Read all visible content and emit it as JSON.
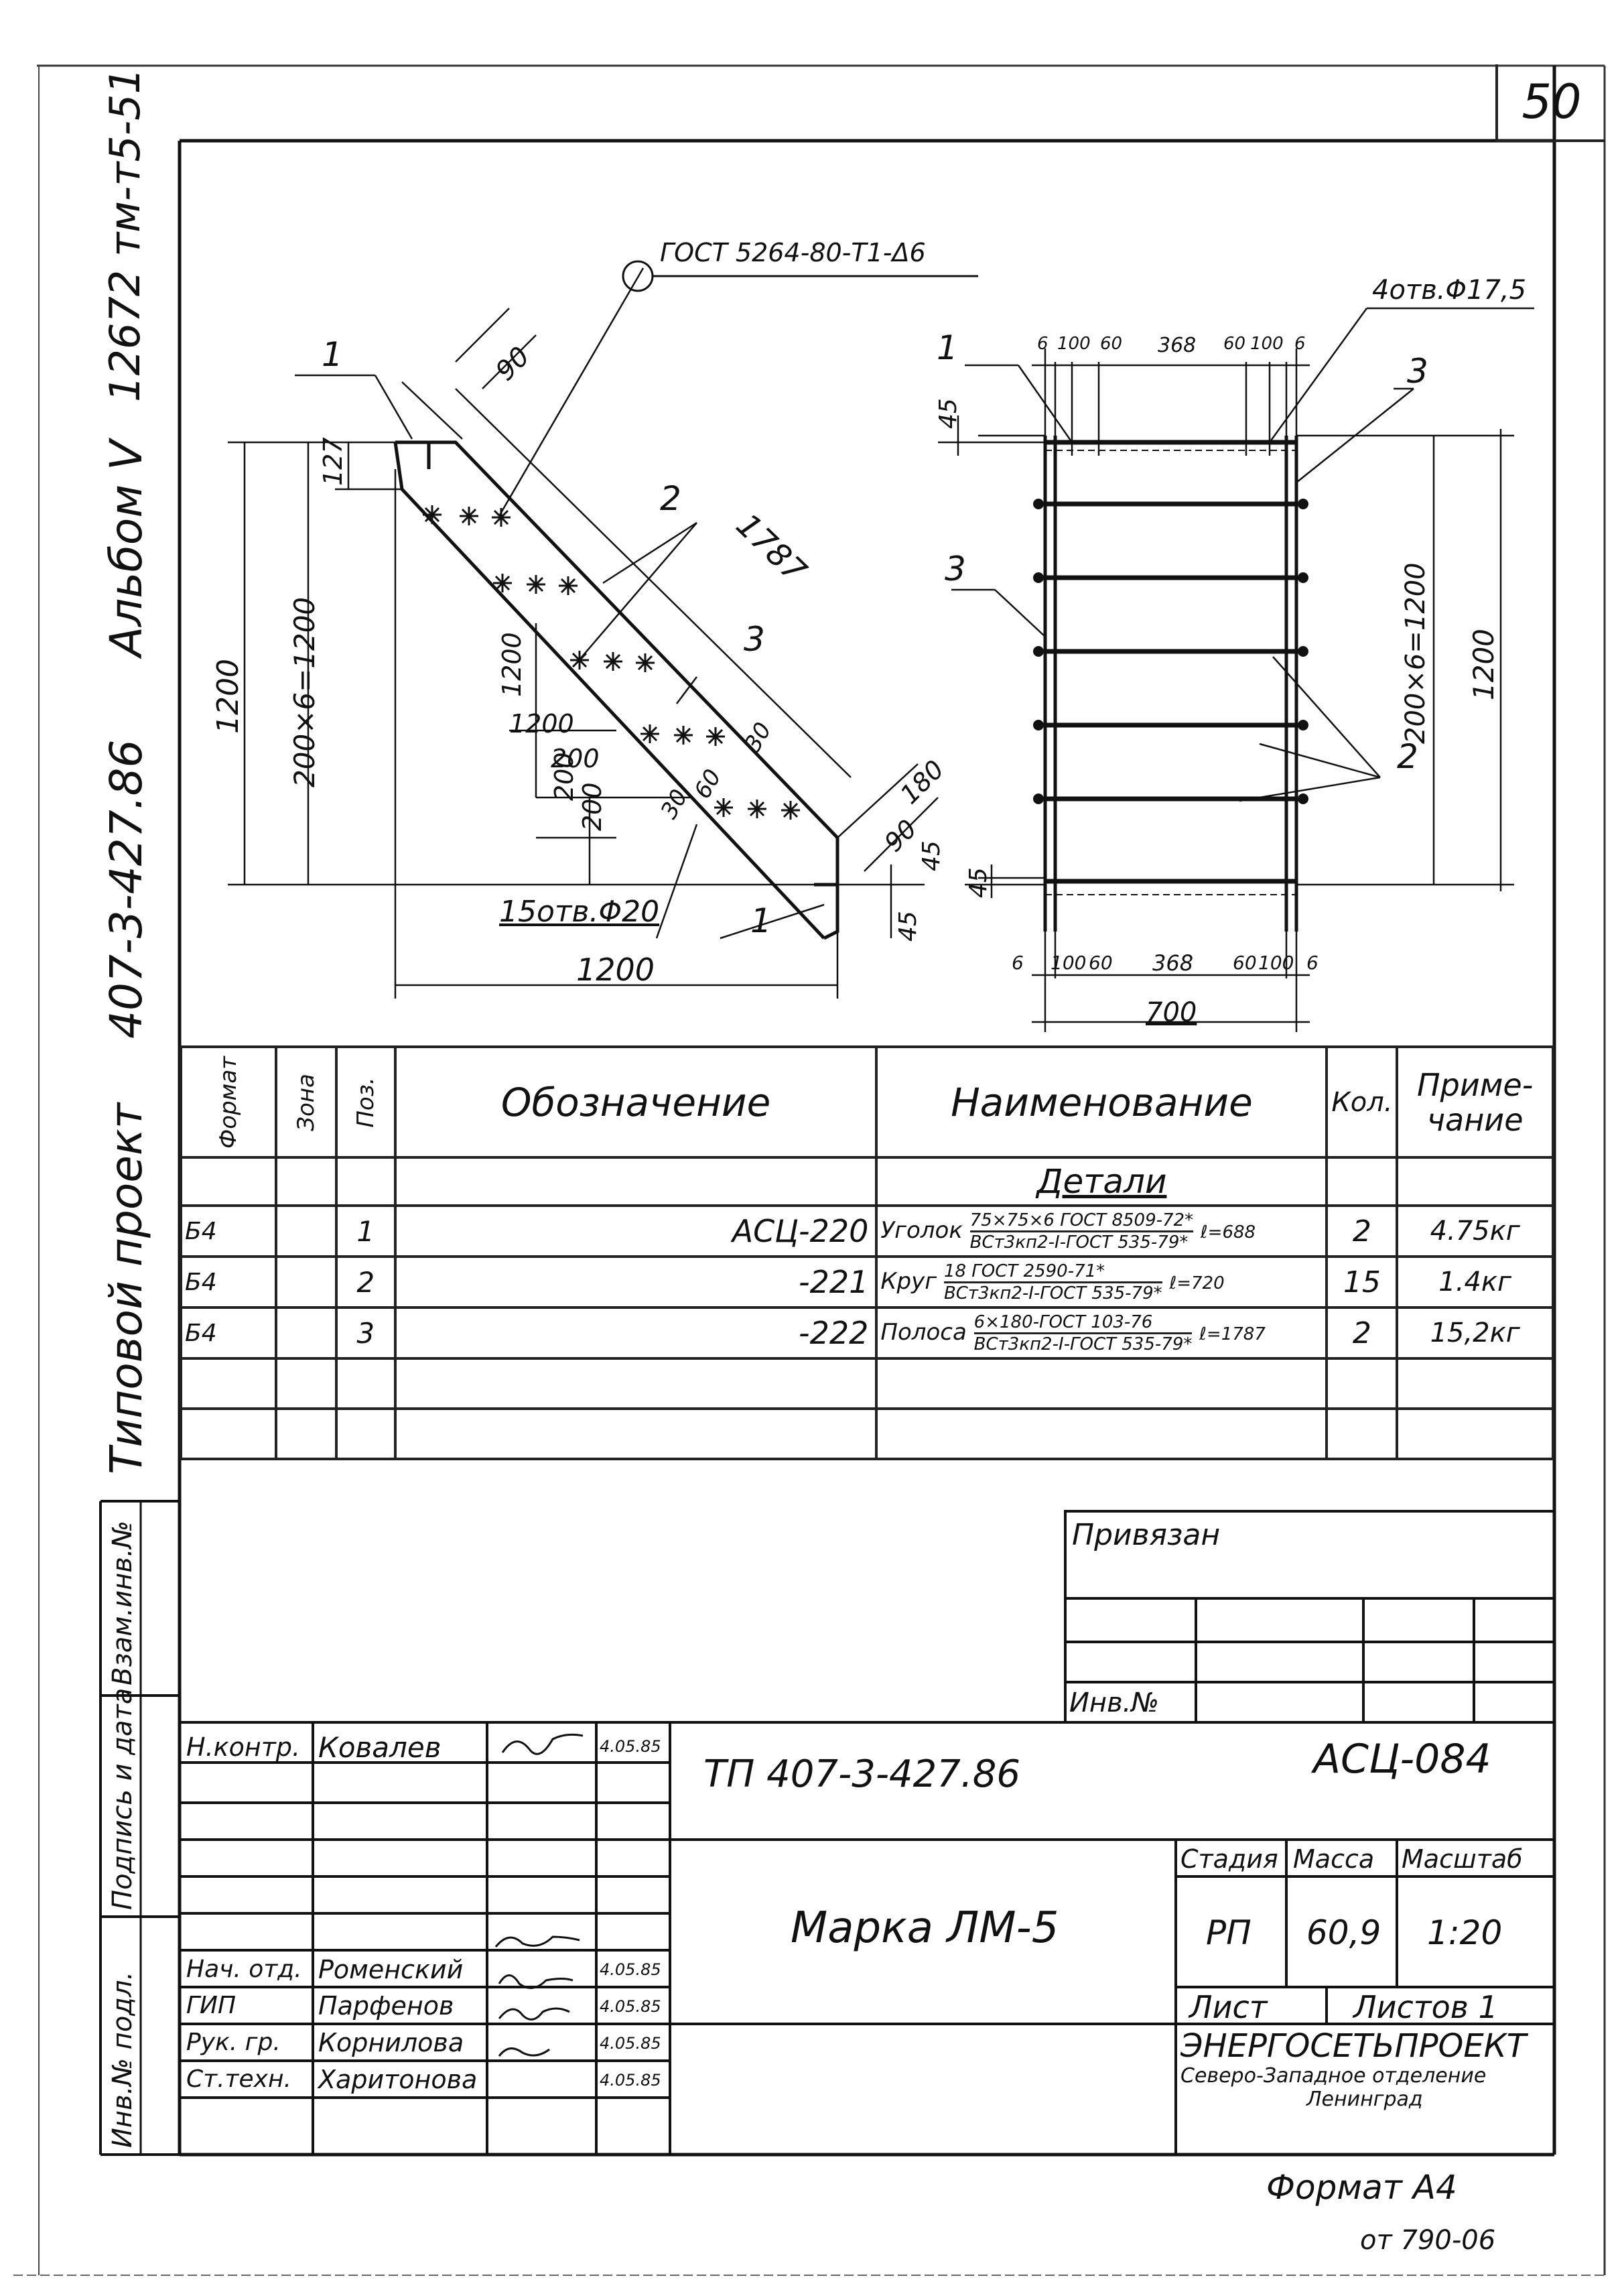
{
  "sheet_number": "50",
  "side_title": {
    "project_type": "Типовой проект",
    "project_code": "407-3-427.86",
    "album": "Альбом V",
    "inventory": "12672 тм-т5-51"
  },
  "left_stub": {
    "vzam_inv": "Взам.инв.№",
    "sign_date": "Подпись и дата",
    "inv_podl": "Инв.№ подл."
  },
  "drawing": {
    "left_view": {
      "weld_ref": "ГОСТ 5264-80-Т1-Δ6",
      "callouts": [
        "1",
        "2",
        "3",
        "1"
      ],
      "dims": [
        "90",
        "127",
        "1787",
        "200×6=1200",
        "1200",
        "1200",
        "1200",
        "200",
        "200",
        "200",
        "30",
        "30",
        "60",
        "180",
        "90",
        "45",
        "45",
        "1200"
      ],
      "holes_note": "15отв.Φ20"
    },
    "right_view": {
      "holes_note": "4отв.Φ17,5",
      "top_dims": [
        "6",
        "100",
        "60",
        "368",
        "60",
        "100",
        "6"
      ],
      "bottom_dims": [
        "6",
        "100",
        "60",
        "368",
        "60",
        "100",
        "6"
      ],
      "total_width": "700",
      "side_dims": [
        "200×6=1200",
        "1200"
      ],
      "edge_dims": [
        "45",
        "45"
      ],
      "callouts": [
        "1",
        "3",
        "3",
        "2"
      ]
    }
  },
  "spec_table": {
    "headers": {
      "format": "Формат",
      "zone": "Зона",
      "pos": "Поз.",
      "designation": "Обозначение",
      "name": "Наименование",
      "qty": "Кол.",
      "note": "Приме-чание"
    },
    "section": "Детали",
    "rows": [
      {
        "format": "Б4",
        "pos": "1",
        "designation": "АСЦ-220",
        "name": "Уголок",
        "name_top": "75×75×6 ГОСТ 8509-72*",
        "name_bottom": "ВСт3кп2-I-ГОСТ 535-79*",
        "length": "ℓ=688",
        "qty": "2",
        "note": "4.75кг"
      },
      {
        "format": "Б4",
        "pos": "2",
        "designation": "-221",
        "name": "Круг",
        "name_top": "18 ГОСТ 2590-71*",
        "name_bottom": "ВСт3кп2-I-ГОСТ 535-79*",
        "length": "ℓ=720",
        "qty": "15",
        "note": "1.4кг"
      },
      {
        "format": "Б4",
        "pos": "3",
        "designation": "-222",
        "name": "Полоса",
        "name_top": "6×180-ГОСТ 103-76",
        "name_bottom": "ВСт3кп2-I-ГОСТ 535-79*",
        "length": "ℓ=1787",
        "qty": "2",
        "note": "15,2кг"
      }
    ]
  },
  "privyazan": {
    "label": "Привязан",
    "inv_label": "Инв.№"
  },
  "title_block": {
    "doc_code": "ТП 407-3-427.86",
    "mark_code": "АСЦ-084",
    "title": "Марка ЛМ-5",
    "stage_label": "Стадия",
    "mass_label": "Масса",
    "scale_label": "Масштаб",
    "stage": "РП",
    "mass": "60,9",
    "scale": "1:20",
    "sheet_label": "Лист",
    "sheets_label": "Листов 1",
    "org": "ЭНЕРГОСЕТЬПРОЕКТ",
    "org_sub1": "Северо-Западное отделение",
    "org_sub2": "Ленинград",
    "people": [
      {
        "role": "Н.контр.",
        "name": "Ковалев",
        "date": "4.05.85"
      },
      {
        "role": "Нач. отд.",
        "name": "Роменский",
        "date": "4.05.85"
      },
      {
        "role": "ГИП",
        "name": "Парфенов",
        "date": "4.05.85"
      },
      {
        "role": "Рук. гр.",
        "name": "Корнилова",
        "date": "4.05.85"
      },
      {
        "role": "Ст.техн.",
        "name": "Харитонова",
        "date": "4.05.85"
      }
    ]
  },
  "format": "Формат А4",
  "footer_code": "от 790-06"
}
